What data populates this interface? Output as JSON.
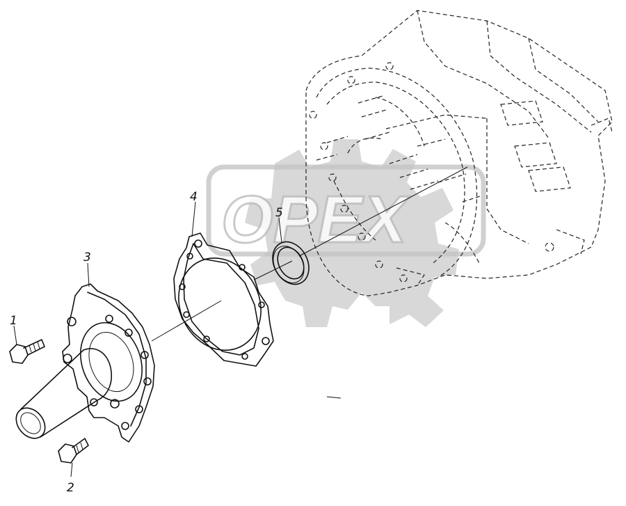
{
  "watermark": {
    "text": "OPEX"
  },
  "parts": [
    {
      "id": "1",
      "label": "1"
    },
    {
      "id": "2",
      "label": "2"
    },
    {
      "id": "3",
      "label": "3"
    },
    {
      "id": "4",
      "label": "4"
    },
    {
      "id": "5",
      "label": "5"
    }
  ]
}
